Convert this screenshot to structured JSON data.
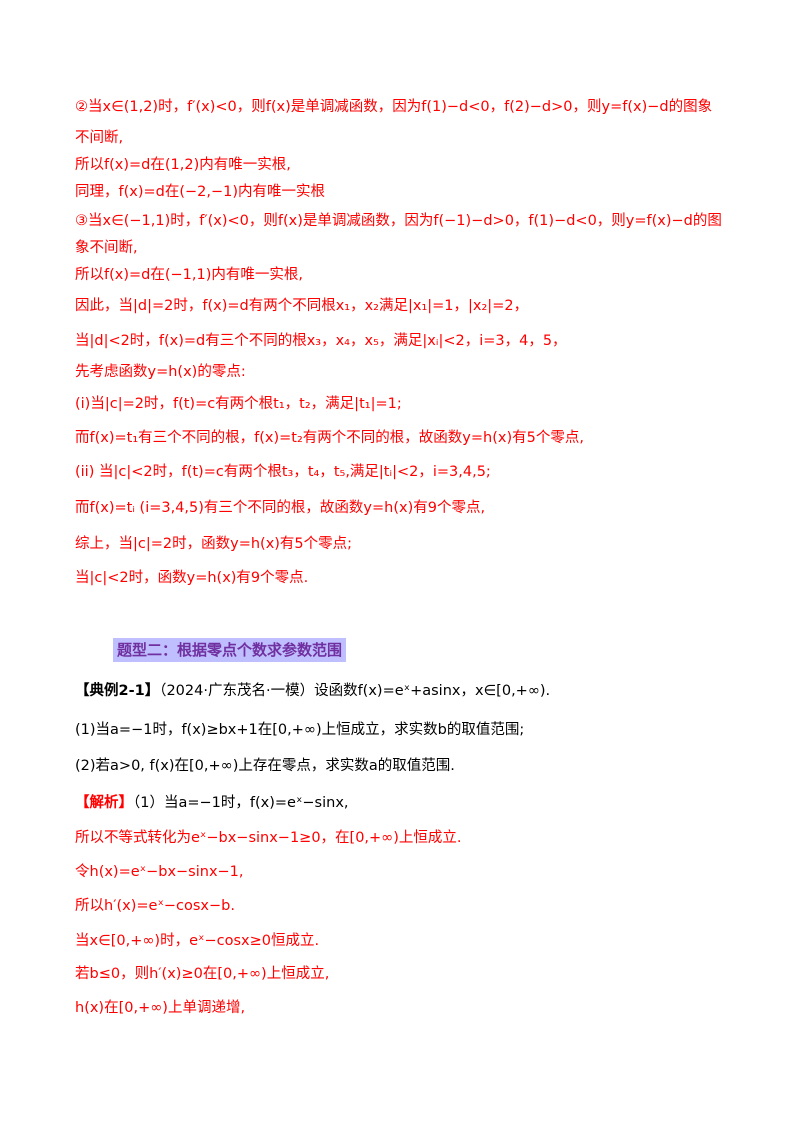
{
  "lines": {
    "l1": "②当x∈(1,2)时，f′(x)<0，则f(x)是单调减函数，因为f(1)−d<0，f(2)−d>0，则y=f(x)−d的图象",
    "l2": "不间断,",
    "l3": "所以f(x)=d在(1,2)内有唯一实根,",
    "l4": "同理，f(x)=d在(−2,−1)内有唯一实根",
    "l5": "③当x∈(−1,1)时，f′(x)<0，则f(x)是单调减函数，因为f(−1)−d>0，f(1)−d<0，则y=f(x)−d的图",
    "l6": "象不间断,",
    "l7": "所以f(x)=d在(−1,1)内有唯一实根,",
    "l8": "因此，当|d|=2时，f(x)=d有两个不同根x₁，x₂满足|x₁|=1，|x₂|=2，",
    "l9": "当|d|<2时，f(x)=d有三个不同的根x₃，x₄，x₅，满足|xᵢ|<2，i=3，4，5，",
    "l10": "先考虑函数y=h(x)的零点:",
    "l11": "(i)当|c|=2时，f(t)=c有两个根t₁，t₂，满足|t₁|=1;",
    "l12": "而f(x)=t₁有三个不同的根，f(x)=t₂有两个不同的根，故函数y=h(x)有5个零点,",
    "l13": "(ii) 当|c|<2时，f(t)=c有两个根t₃，t₄，t₅,满足|tᵢ|<2，i=3,4,5;",
    "l14": "而f(x)=tᵢ (i=3,4,5)有三个不同的根，故函数y=h(x)有9个零点,",
    "l15": "综上，当|c|=2时，函数y=h(x)有5个零点;",
    "l16": "当|c|<2时，函数y=h(x)有9个零点."
  },
  "heading": "题型二：根据零点个数求参数范围",
  "example": {
    "tag": "【典例2-1】",
    "source": "（2024·广东茂名·一模）",
    "stem": "设函数f(x)=eˣ+asinx，x∈[0,+∞).",
    "q1": "(1)当a=−1时，f(x)≥bx+1在[0,+∞)上恒成立，求实数b的取值范围;",
    "q2": "(2)若a>0, f(x)在[0,+∞)上存在零点，求实数a的取值范围."
  },
  "solution": {
    "tag": "【解析】",
    "s1": "（1）当a=−1时，f(x)=eˣ−sinx,",
    "s2": "所以不等式转化为eˣ−bx−sinx−1≥0，在[0,+∞)上恒成立.",
    "s3": "令h(x)=eˣ−bx−sinx−1,",
    "s4": "所以h′(x)=eˣ−cosx−b.",
    "s5": "当x∈[0,+∞)时，eˣ−cosx≥0恒成立.",
    "s6": "若b≤0，则h′(x)≥0在[0,+∞)上恒成立,",
    "s7": "h(x)在[0,+∞)上单调递增,"
  },
  "colors": {
    "answer": "#ff0000",
    "body": "#000000",
    "heading_text": "#7030a0",
    "heading_bg": "#bfbfff"
  }
}
